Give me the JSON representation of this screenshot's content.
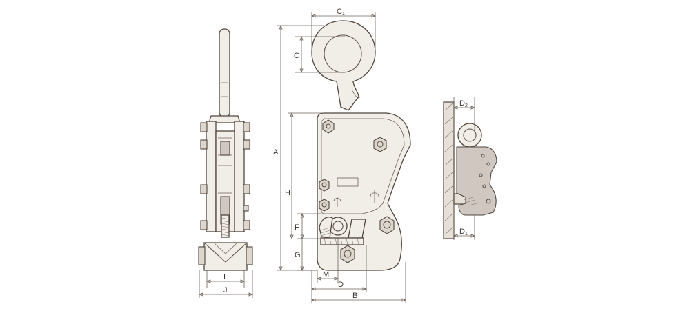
{
  "diagram": {
    "dimension_labels": {
      "A": "A",
      "B": "B",
      "C": "C",
      "C1": {
        "main": "C",
        "sub": "1"
      },
      "D": "D",
      "D1": {
        "main": "D",
        "sub": "1"
      },
      "D2": {
        "main": "D",
        "sub": "2"
      },
      "F": "F",
      "G": "G",
      "H": "H",
      "I": "I",
      "J": "J",
      "M": "M"
    },
    "colors": {
      "line": "#5a5048",
      "body_fill": "#f1ede7",
      "plate_fill": "#e6e0d8",
      "gray_fill": "#cfc7c0"
    }
  }
}
